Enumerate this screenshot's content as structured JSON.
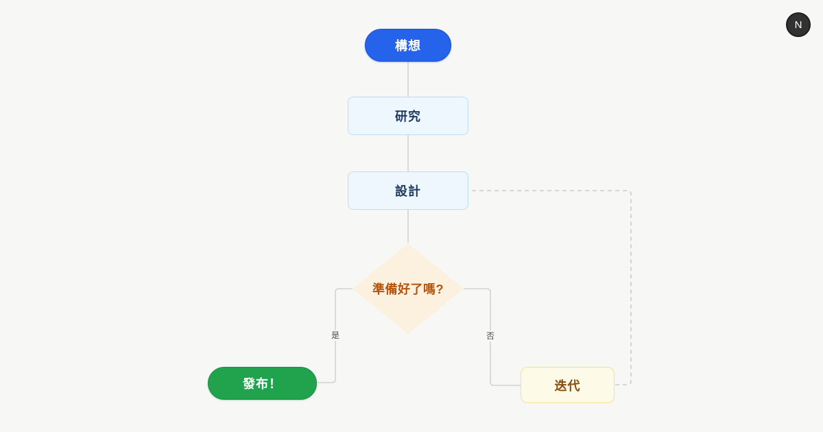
{
  "page": {
    "background": "#f7f7f5"
  },
  "avatar": {
    "initial": "N"
  },
  "colors": {
    "blue_node_bg": "#2563eb",
    "blue_node_text": "#ffffff",
    "lightblue_node_bg": "#eef6fe",
    "lightblue_node_border": "#bedcf7",
    "lightblue_node_text": "#1e3a5f",
    "diamond_bg": "#fcf0de",
    "diamond_text": "#b45309",
    "green_node_bg": "#21a24d",
    "green_node_text": "#ffffff",
    "yellow_node_bg": "#fdfbe7",
    "yellow_node_border": "#f1e28b",
    "yellow_node_text": "#854d0e",
    "connector": "#d2d2d2",
    "connector_dashed": "#cccccc",
    "edge_label_text": "#4b4b4b"
  },
  "flowchart": {
    "nodes": [
      {
        "id": "idea",
        "label": "構想",
        "shape": "pill",
        "variant": "blue"
      },
      {
        "id": "research",
        "label": "研究",
        "shape": "rect",
        "variant": "light-blue"
      },
      {
        "id": "design",
        "label": "設計",
        "shape": "rect",
        "variant": "light-blue"
      },
      {
        "id": "ready",
        "label": "準備好了嗎?",
        "shape": "diamond",
        "variant": "cream"
      },
      {
        "id": "launch",
        "label": "發布！",
        "shape": "pill",
        "variant": "green"
      },
      {
        "id": "iterate",
        "label": "迭代",
        "shape": "rect",
        "variant": "yellow"
      }
    ],
    "edges": [
      {
        "from": "idea",
        "to": "research",
        "style": "solid",
        "label": ""
      },
      {
        "from": "research",
        "to": "design",
        "style": "solid",
        "label": ""
      },
      {
        "from": "design",
        "to": "ready",
        "style": "solid",
        "label": ""
      },
      {
        "from": "ready",
        "to": "launch",
        "style": "solid",
        "label": "是"
      },
      {
        "from": "ready",
        "to": "iterate",
        "style": "solid",
        "label": "否"
      },
      {
        "from": "iterate",
        "to": "design",
        "style": "dashed",
        "label": ""
      }
    ]
  }
}
